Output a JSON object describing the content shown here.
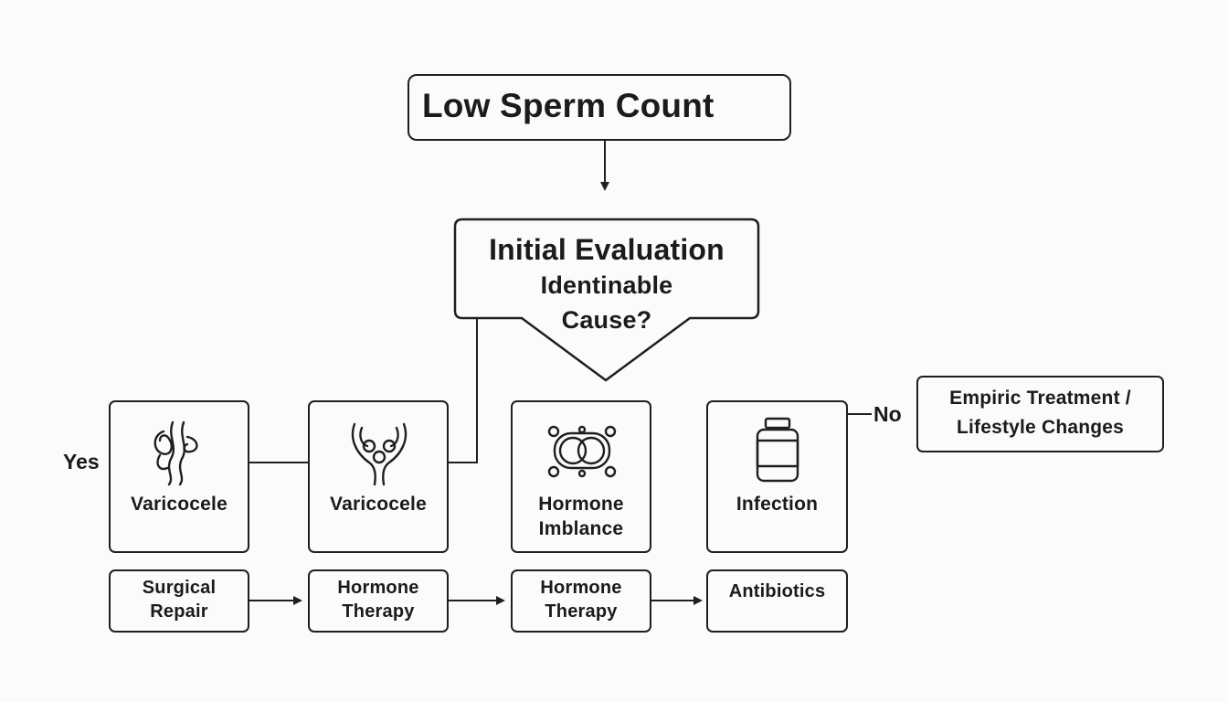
{
  "flowchart": {
    "start": "Low Sperm Count",
    "evaluation": {
      "line1": "Initial Evaluation",
      "line2": "Identinable",
      "line3": "Cause?"
    },
    "branch_yes": "Yes",
    "branch_no": "No",
    "causes": [
      {
        "label": "Varicocele",
        "icon": "vein-icon"
      },
      {
        "label": "Varicocele",
        "icon": "testis-icon"
      },
      {
        "label_line1": "Hormone",
        "label_line2": "Imblance",
        "icon": "molecule-icon"
      },
      {
        "label": "Infection",
        "icon": "pill-bottle-icon"
      }
    ],
    "treatments": [
      {
        "line1": "Surgical",
        "line2": "Repair"
      },
      {
        "line1": "Hormone",
        "line2": "Therapy"
      },
      {
        "line1": "Hormone",
        "line2": "Therapy"
      },
      {
        "line1": "Antibiotics"
      }
    ],
    "empiric": {
      "line1": "Empiric Treatment /",
      "line2": "Lifestyle Changes"
    }
  }
}
